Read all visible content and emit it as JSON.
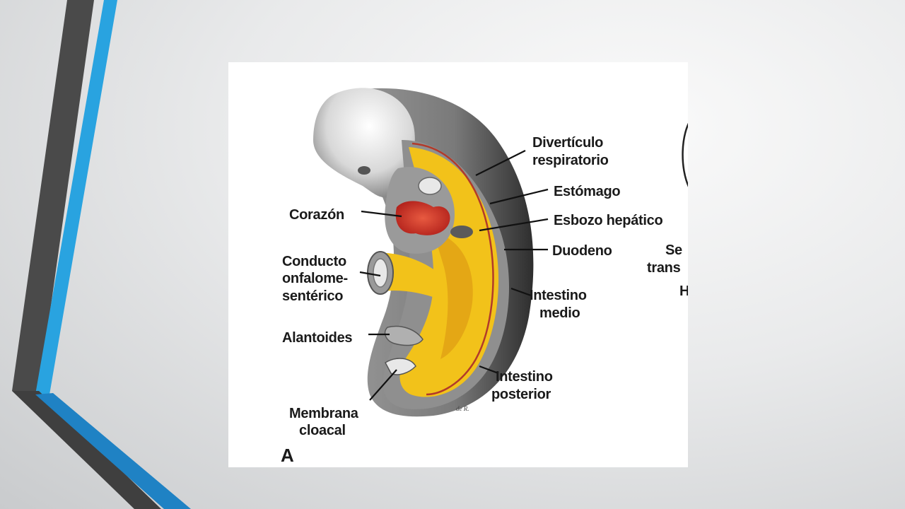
{
  "theme": {
    "accent_blue": "#29a3e0",
    "dark_stripe": "#4a4a4a",
    "deep_blue": "#1f82c4"
  },
  "figure": {
    "panel_label": "A",
    "artist_signature": "de R.",
    "colors": {
      "embryo_outer": "#8a8a8a",
      "embryo_dark": "#3a3a3a",
      "endoderm": "#f2c21a",
      "heart": "#d83a2a",
      "vessel": "#b23a2a"
    },
    "labels": {
      "diverticulo_1": "Divertículo",
      "diverticulo_2": "respiratorio",
      "estomago": "Estómago",
      "esbozo": "Esbozo hepático",
      "corazon": "Corazón",
      "duodeno": "Duodeno",
      "conducto_1": "Conducto",
      "conducto_2": "onfalome-",
      "conducto_3": "sentérico",
      "intestino_medio_1": "Intestino",
      "intestino_medio_2": "medio",
      "alantoides": "Alantoides",
      "intestino_posterior_1": "Intestino",
      "intestino_posterior_2": "posterior",
      "membrana_1": "Membrana",
      "membrana_2": "cloacal"
    },
    "clipped_panel_text": [
      "Se",
      "trans",
      "H"
    ]
  }
}
